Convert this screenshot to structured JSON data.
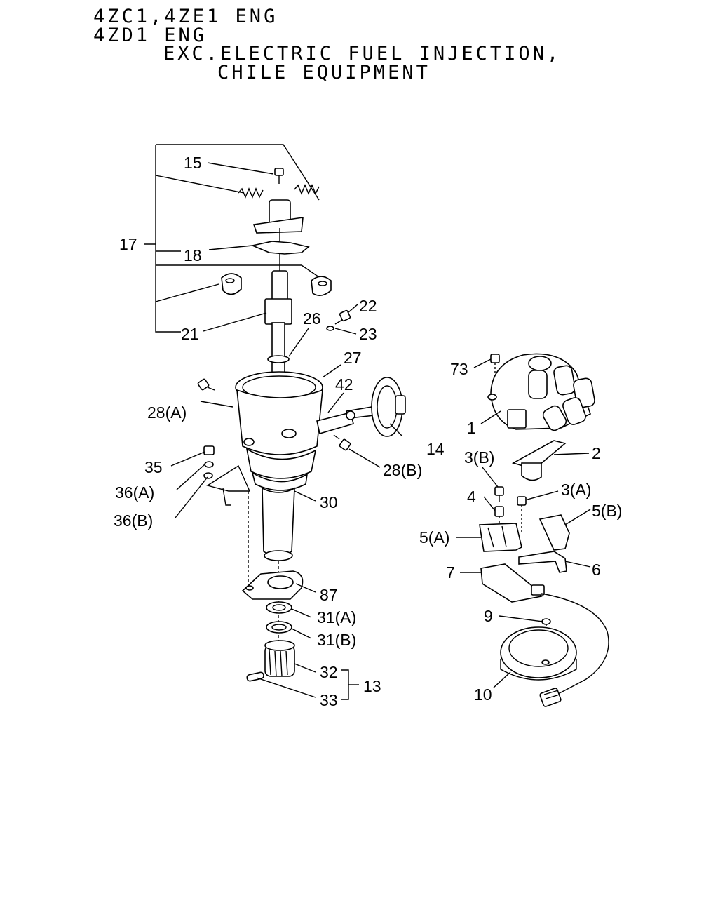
{
  "header": {
    "line1": "4ZC1,4ZE1 ENG",
    "line2": "4ZD1 ENG",
    "line3": "EXC.ELECTRIC FUEL INJECTION,",
    "line4": "CHILE EQUIPMENT"
  },
  "callouts": {
    "c1": "1",
    "c2": "2",
    "c3b": "3(B)",
    "c3a": "3(A)",
    "c4": "4",
    "c5a": "5(A)",
    "c5b": "5(B)",
    "c6": "6",
    "c7": "7",
    "c9": "9",
    "c10": "10",
    "c13": "13",
    "c14": "14",
    "c15": "15",
    "c17": "17",
    "c18": "18",
    "c21": "21",
    "c22": "22",
    "c23": "23",
    "c26": "26",
    "c27": "27",
    "c28a": "28(A)",
    "c28b": "28(B)",
    "c30": "30",
    "c31a": "31(A)",
    "c31b": "31(B)",
    "c32": "32",
    "c33": "33",
    "c35": "35",
    "c36a": "36(A)",
    "c36b": "36(B)",
    "c42": "42",
    "c73": "73",
    "c87": "87"
  }
}
